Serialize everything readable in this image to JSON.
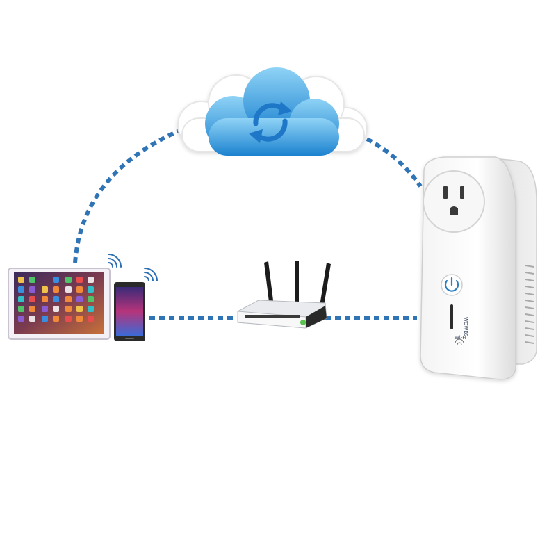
{
  "diagram": {
    "nodes": [
      {
        "id": "cloud",
        "icon": "cloud-sync-icon"
      },
      {
        "id": "tablet",
        "icon": "tablet-icon"
      },
      {
        "id": "phone",
        "icon": "smartphone-icon"
      },
      {
        "id": "router",
        "icon": "wifi-router-icon"
      },
      {
        "id": "smart_plug",
        "icon": "smart-plug-icon"
      }
    ],
    "connections": [
      {
        "from": "tablet",
        "to": "cloud",
        "style": "dashed"
      },
      {
        "from": "cloud",
        "to": "smart_plug",
        "style": "dashed"
      },
      {
        "from": "phone",
        "to": "router",
        "style": "dashed"
      },
      {
        "from": "router",
        "to": "smart_plug",
        "style": "dashed"
      }
    ],
    "colors": {
      "link": "#2f74b5",
      "cloud_top": "#7fc8f2",
      "cloud_bottom": "#1f84cf",
      "wave": "#2d6fb3"
    },
    "plug_brand": "WOWBS",
    "plug_wifi_label": "Wi-Fi"
  }
}
